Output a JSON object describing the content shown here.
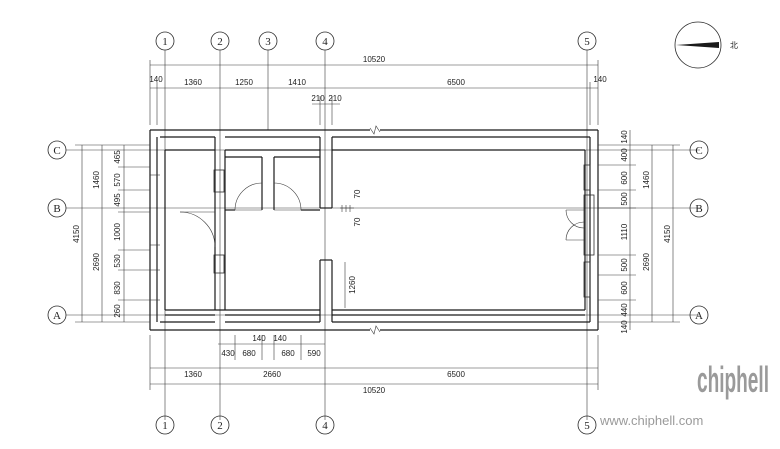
{
  "grid_axes": {
    "columns": [
      "1",
      "2",
      "3",
      "4",
      "5"
    ],
    "rows": [
      "A",
      "B",
      "C"
    ]
  },
  "north_label": "北",
  "dims": {
    "top_total": "10520",
    "top_segments": [
      "140",
      "1360",
      "1250",
      "1410",
      "6500",
      "140"
    ],
    "top_small": [
      "210",
      "210"
    ],
    "bottom_detail": [
      "430",
      "680",
      "140",
      "140",
      "680",
      "590"
    ],
    "bottom_segments": [
      "1360",
      "2660",
      "6500"
    ],
    "bottom_total": "10520",
    "left_inner": [
      "465",
      "570",
      "495",
      "1000",
      "530",
      "830",
      "260"
    ],
    "left_mid": [
      "1460",
      "2690"
    ],
    "left_total": "4150",
    "right_inner": [
      "140",
      "400",
      "600",
      "500",
      "1110",
      "500",
      "600",
      "440",
      "140"
    ],
    "right_mid": [
      "1460",
      "2690"
    ],
    "right_total": "4150",
    "interior": [
      "70",
      "70",
      "1260"
    ]
  },
  "watermark": {
    "logo": "chiphell",
    "url": "www.chiphell.com"
  }
}
